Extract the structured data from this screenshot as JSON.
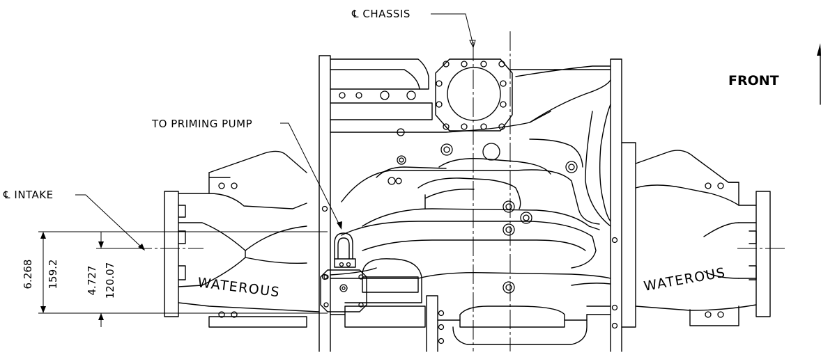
{
  "labels": {
    "chassis_centerline": "℄ CHASSIS",
    "to_priming_pump": "TO PRIMING PUMP",
    "intake_centerline": "℄ INTAKE",
    "front": "FRONT",
    "waterous_left": "WATEROUS",
    "waterous_right": "WATEROUS"
  },
  "dimensions": {
    "overall_in": "6.268",
    "overall_mm": "159.2",
    "intake_in": "4.727",
    "intake_mm": "120.07"
  }
}
